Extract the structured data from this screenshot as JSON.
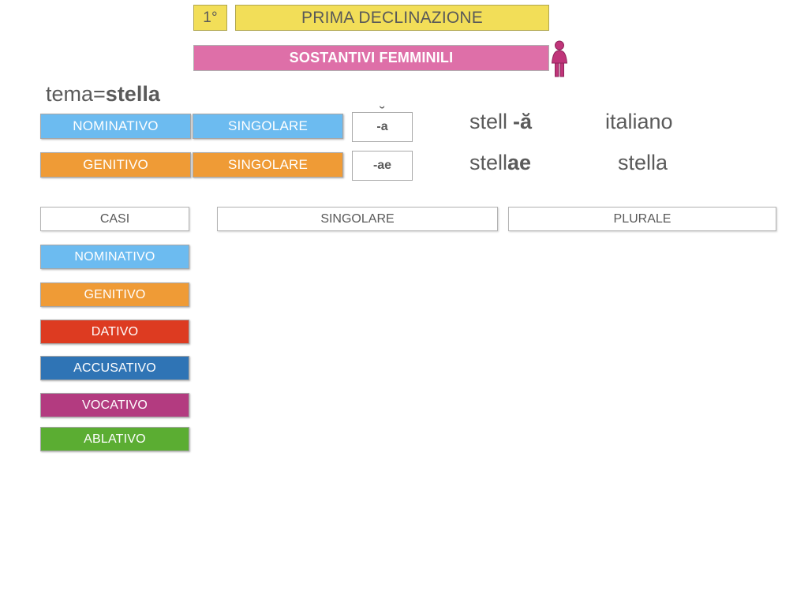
{
  "header": {
    "ordinal": "1°",
    "declension_title": "PRIMA DECLINAZIONE",
    "gender_title": "SOSTANTIVI FEMMINILI",
    "figure_icon": "female-figure-icon",
    "colors": {
      "yellow": "#F2DE58",
      "pink": "#DE6FA8"
    }
  },
  "theme": {
    "label": "tema=",
    "value": "stella"
  },
  "examples": [
    {
      "case": "NOMINATIVO",
      "number": "SINGOLARE",
      "ending": "-a",
      "ending_has_breve": true,
      "stem": "stell",
      "suffix": "-ă",
      "translation": "italiano",
      "color": "#6CBBF0"
    },
    {
      "case": "GENITIVO",
      "number": "SINGOLARE",
      "ending": "-ae",
      "ending_has_breve": false,
      "stem": "stell",
      "suffix": "ae",
      "translation": "stella",
      "color": "#EF9B36"
    }
  ],
  "table": {
    "headers": {
      "cases": "CASI",
      "singular": "SINGOLARE",
      "plural": "PLURALE"
    },
    "cases": [
      {
        "label": "NOMINATIVO",
        "color": "#6CBBF0",
        "singular": "",
        "plural": ""
      },
      {
        "label": "GENITIVO",
        "color": "#EF9B36",
        "singular": "",
        "plural": ""
      },
      {
        "label": "DATIVO",
        "color": "#DD3B21",
        "singular": "",
        "plural": ""
      },
      {
        "label": "ACCUSATIVO",
        "color": "#2F74B5",
        "singular": "",
        "plural": ""
      },
      {
        "label": "VOCATIVO",
        "color": "#B33B80",
        "singular": "",
        "plural": ""
      },
      {
        "label": "ABLATIVO",
        "color": "#5BAD32",
        "singular": "",
        "plural": ""
      }
    ]
  }
}
